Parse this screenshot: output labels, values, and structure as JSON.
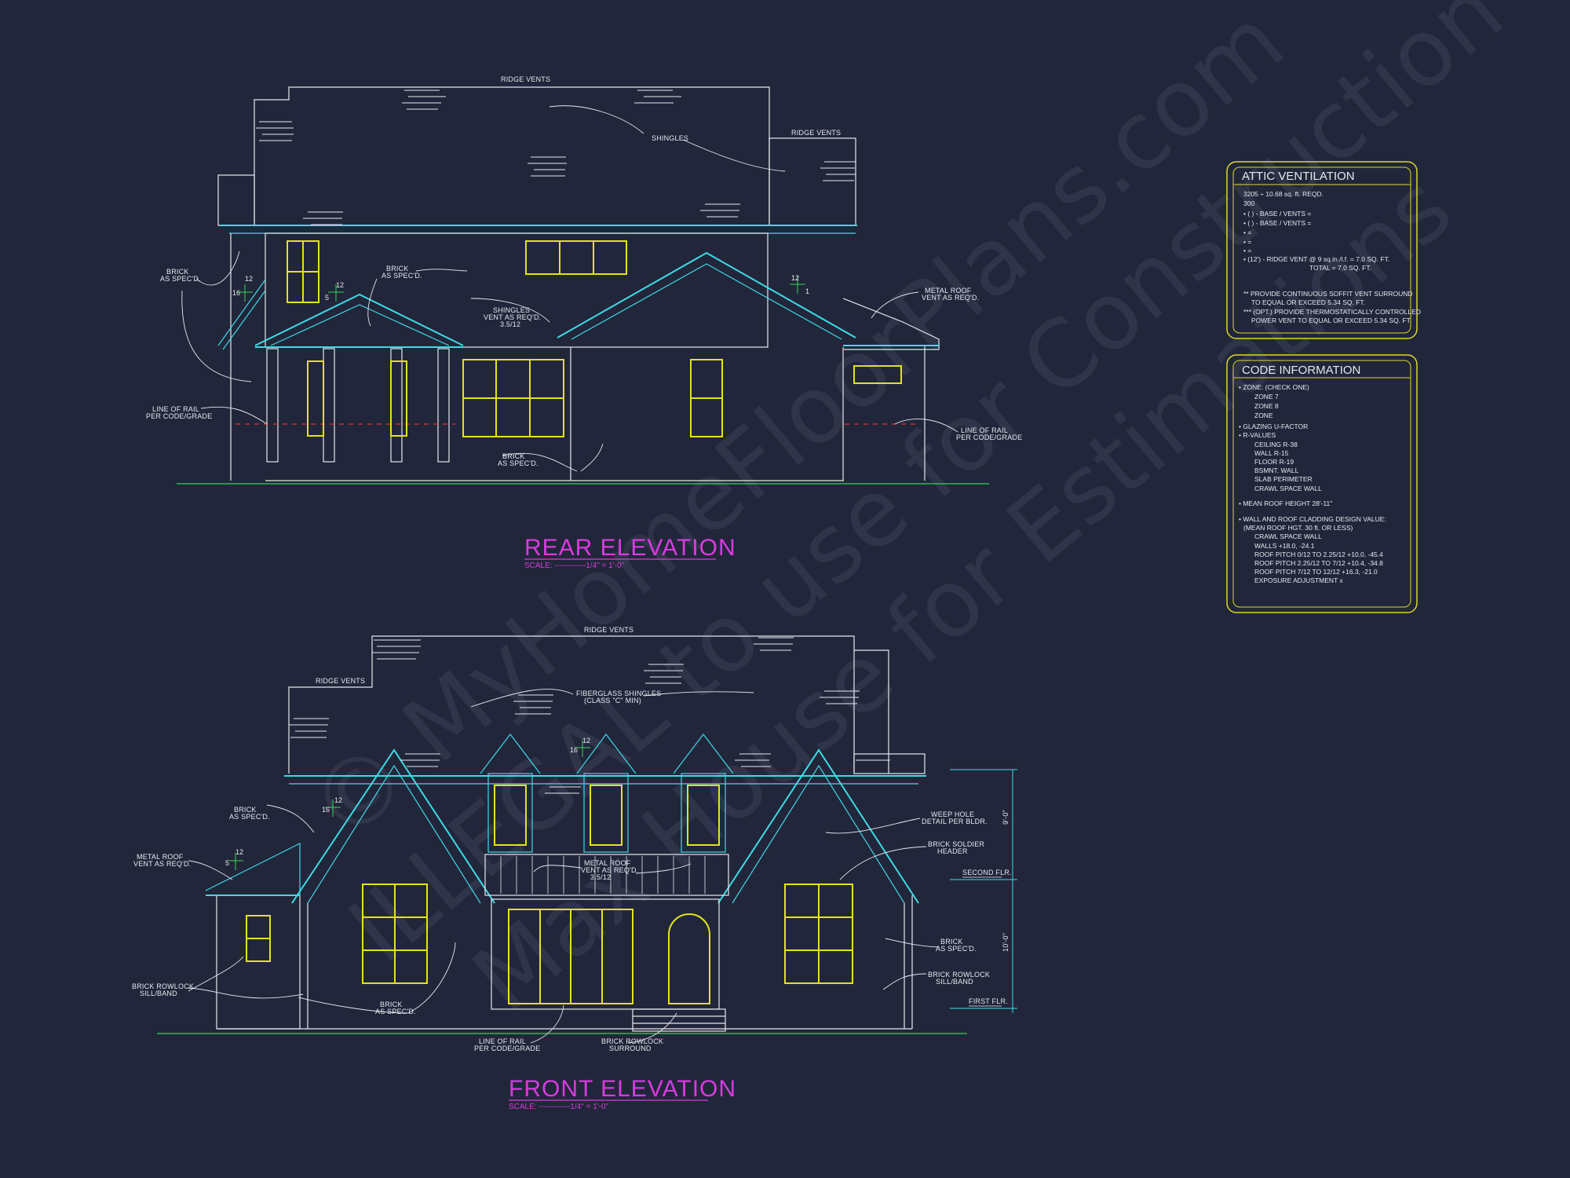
{
  "watermark": {
    "line1": "© MyHomeFloorPlans.com",
    "line2": "ILLEGAL to use for Construction",
    "line3": "Max House for Estimations"
  },
  "rear": {
    "title": "REAR ELEVATION",
    "scale": "SCALE: ------------1/4\" = 1'-0\"",
    "notes": {
      "ridge_vents_top": "RIDGE VENTS",
      "ridge_vents_right": "RIDGE VENTS",
      "shingles": "SHINGLES",
      "brick_left_1": "BRICK",
      "brick_left_2": "AS SPEC'D.",
      "brick_mid_1": "BRICK",
      "brick_mid_2": "AS SPEC'D.",
      "shingles_vent_1": "SHINGLES",
      "shingles_vent_2": "VENT AS REQ'D.",
      "shingles_vent_3": "3.5/12",
      "metal_roof_1": "METAL ROOF",
      "metal_roof_2": "VENT AS REQ'D.",
      "rail_left_1": "LINE OF RAIL",
      "rail_left_2": "PER CODE/GRADE",
      "rail_right_1": "LINE OF RAIL",
      "rail_right_2": "PER CODE/GRADE",
      "brick_bottom_1": "BRICK",
      "brick_bottom_2": "AS SPEC'D.",
      "pitch_a_rise": "16",
      "pitch_a_run": "12",
      "pitch_b_rise": "5",
      "pitch_b_run": "12",
      "pitch_c_run": "12",
      "pitch_c_rise": "1"
    }
  },
  "front": {
    "title": "FRONT ELEVATION",
    "scale": "SCALE: ------------1/4\" = 1'-0\"",
    "notes": {
      "ridge_vents_top": "RIDGE VENTS",
      "ridge_vents_left": "RIDGE VENTS",
      "fiberglass_1": "FIBERGLASS SHINGLES",
      "fiberglass_2": "(CLASS \"C\" MIN)",
      "brick_left_1": "BRICK",
      "brick_left_2": "AS SPEC'D.",
      "metal_roof_left_1": "METAL ROOF",
      "metal_roof_left_2": "VENT AS REQ'D.",
      "metal_roof_mid_1": "METAL ROOF",
      "metal_roof_mid_2": "VENT AS REQ'D.",
      "metal_roof_mid_3": "3.5/12",
      "weep_1": "WEEP HOLE",
      "weep_2": "DETAIL PER BLDR.",
      "soldier_1": "BRICK SOLDIER",
      "soldier_2": "HEADER",
      "brick_right_1": "BRICK",
      "brick_right_2": "AS SPEC'D.",
      "rowlock_right_1": "BRICK ROWLOCK",
      "rowlock_right_2": "SILL/BAND",
      "rowlock_left_1": "BRICK ROWLOCK",
      "rowlock_left_2": "SILL/BAND",
      "brick_bottom_1": "BRICK",
      "brick_bottom_2": "AS SPEC'D.",
      "rail_1": "LINE OF RAIL",
      "rail_2": "PER CODE/GRADE",
      "rowlock_surround_1": "BRICK ROWLOCK",
      "rowlock_surround_2": "SURROUND",
      "second_flr": "SECOND FLR.",
      "first_flr": "FIRST FLR.",
      "dim_upper": "9'-0\"",
      "dim_lower": "10'-0\"",
      "pitch_a_rise": "16",
      "pitch_a_run": "12",
      "pitch_b_rise": "16",
      "pitch_b_run": "12",
      "pitch_c_rise": "5",
      "pitch_c_run": "12"
    }
  },
  "attic": {
    "title": "ATTIC VENTILATION",
    "lines": [
      "3205 ÷ 10.68 sq. ft. REQD.",
      "300",
      "• (   ) -        BASE   /   VENTS   =",
      "• (   ) -        BASE   /   VENTS   =",
      "•                                           =",
      "•                                           =",
      "•                                           =",
      "• (12') - RIDGE VENT @ 9 sq.in./l.f.  = 7.0 SQ. FT.",
      "TOTAL       = 7.0 SQ. FT.",
      "** PROVIDE CONTINUOUS SOFFIT VENT SURROUND",
      "TO EQUAL OR EXCEED  5.34 SQ. FT.",
      "*** (OPT.) PROVIDE THERMOSTATICALLY CONTROLLED",
      "POWER VENT TO EQUAL OR EXCEED 5.34 SQ. FT."
    ]
  },
  "code": {
    "title": "CODE INFORMATION",
    "lines": [
      "• ZONE: (CHECK ONE)",
      "ZONE 7",
      "ZONE 8",
      "ZONE",
      "• GLAZING U-FACTOR",
      "• R-VALUES",
      "CEILING          R-38",
      "WALL             R-15",
      "FLOOR            R-19",
      "BSMNT. WALL",
      "SLAB PERIMETER",
      "CRAWL SPACE WALL",
      "• MEAN ROOF HEIGHT  28'-11\"",
      "• WALL AND ROOF CLADDING DESIGN VALUE:",
      "(MEAN ROOF HGT. 30 ft. OR LESS)",
      "CRAWL SPACE WALL",
      "WALLS                              +18.0, -24.1",
      "ROOF PITCH 0/12 TO 2.25/12    +10.0, -45.4",
      "ROOF PITCH 2.25/12 TO 7/12    +10.4, -34.8",
      "ROOF PITCH 7/12 TO 12/12      +16.3, -21.0",
      "EXPOSURE ADJUSTMENT              x"
    ]
  },
  "colors": {
    "background": "#22263a",
    "outline": "#e6e8ee",
    "cyan": "#3ddbe6",
    "window": "#e3e31b",
    "title": "#d83be0",
    "grade": "#33d45a",
    "box": "#d9d92a"
  }
}
